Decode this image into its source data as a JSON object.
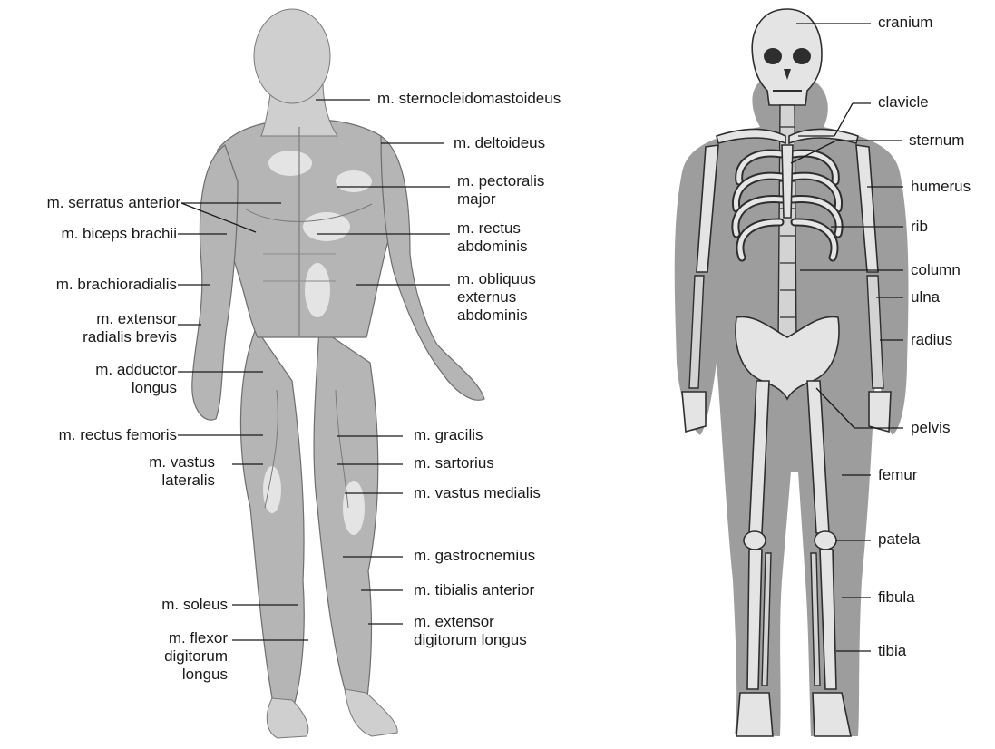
{
  "muscles": {
    "left": [
      {
        "id": "serratus-anterior",
        "lines": [
          "m. serratus anterior"
        ]
      },
      {
        "id": "biceps-brachii",
        "lines": [
          "m. biceps brachii"
        ]
      },
      {
        "id": "brachioradialis",
        "lines": [
          "m. brachioradialis"
        ]
      },
      {
        "id": "extensor-radialis-brevis",
        "lines": [
          "m. extensor",
          "radialis brevis"
        ]
      },
      {
        "id": "adductor-longus",
        "lines": [
          "m. adductor",
          "longus"
        ]
      },
      {
        "id": "rectus-femoris",
        "lines": [
          "m. rectus femoris"
        ]
      },
      {
        "id": "vastus-lateralis",
        "lines": [
          "m. vastus",
          "lateralis"
        ]
      },
      {
        "id": "soleus",
        "lines": [
          "m. soleus"
        ]
      },
      {
        "id": "flexor-digitorum-longus",
        "lines": [
          "m. flexor",
          "digitorum",
          "longus"
        ]
      }
    ],
    "right": [
      {
        "id": "sternocleidomastoideus",
        "lines": [
          "m. sternocleidomastoideus"
        ]
      },
      {
        "id": "deltoideus",
        "lines": [
          "m. deltoideus"
        ]
      },
      {
        "id": "pectoralis-major",
        "lines": [
          "m. pectoralis",
          "major"
        ]
      },
      {
        "id": "rectus-abdominis",
        "lines": [
          "m. rectus",
          "abdominis"
        ]
      },
      {
        "id": "obliquus-externus-abdominis",
        "lines": [
          "m. obliquus",
          "externus",
          "abdominis"
        ]
      },
      {
        "id": "gracilis",
        "lines": [
          "m. gracilis"
        ]
      },
      {
        "id": "sartorius",
        "lines": [
          "m. sartorius"
        ]
      },
      {
        "id": "vastus-medialis",
        "lines": [
          "m. vastus medialis"
        ]
      },
      {
        "id": "gastrocnemius",
        "lines": [
          "m. gastrocnemius"
        ]
      },
      {
        "id": "tibialis-anterior",
        "lines": [
          "m. tibialis anterior"
        ]
      },
      {
        "id": "extensor-digitorum-longus",
        "lines": [
          "m. extensor",
          "digitorum longus"
        ]
      }
    ]
  },
  "bones": [
    {
      "id": "cranium",
      "lines": [
        "cranium"
      ]
    },
    {
      "id": "clavicle",
      "lines": [
        "clavicle"
      ]
    },
    {
      "id": "sternum",
      "lines": [
        "sternum"
      ]
    },
    {
      "id": "humerus",
      "lines": [
        "humerus"
      ]
    },
    {
      "id": "rib",
      "lines": [
        "rib"
      ]
    },
    {
      "id": "column",
      "lines": [
        "column"
      ]
    },
    {
      "id": "ulna",
      "lines": [
        "ulna"
      ]
    },
    {
      "id": "radius",
      "lines": [
        "radius"
      ]
    },
    {
      "id": "pelvis",
      "lines": [
        "pelvis"
      ]
    },
    {
      "id": "femur",
      "lines": [
        "femur"
      ]
    },
    {
      "id": "patela",
      "lines": [
        "patela"
      ]
    },
    {
      "id": "fibula",
      "lines": [
        "fibula"
      ]
    },
    {
      "id": "tibia",
      "lines": [
        "tibia"
      ]
    }
  ]
}
